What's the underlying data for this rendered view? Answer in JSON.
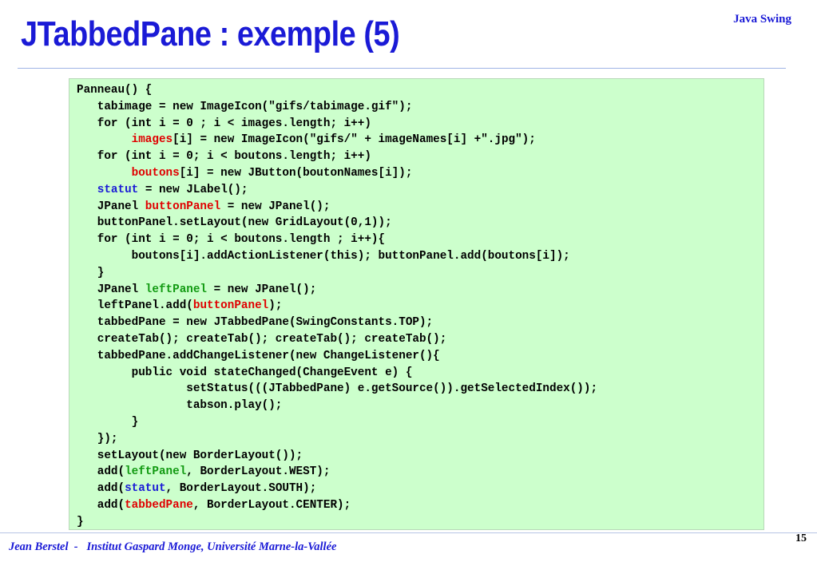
{
  "header": {
    "topic": "Java Swing",
    "title": "JTabbedPane : exemple (5)"
  },
  "code_lines": [
    [
      {
        "t": "Panneau() {"
      }
    ],
    [
      {
        "t": "   tabimage = new ImageIcon(\"gifs/tabimage.gif\");"
      }
    ],
    [
      {
        "t": "   for (int i = 0 ; i < images.length; i++)"
      }
    ],
    [
      {
        "t": "        "
      },
      {
        "t": "images",
        "c": "red"
      },
      {
        "t": "[i] = new ImageIcon(\"gifs/\" + imageNames[i] +\".jpg\");"
      }
    ],
    [
      {
        "t": "   for (int i = 0; i < boutons.length; i++)"
      }
    ],
    [
      {
        "t": "        "
      },
      {
        "t": "boutons",
        "c": "red"
      },
      {
        "t": "[i] = new JButton(boutonNames[i]);"
      }
    ],
    [
      {
        "t": "   "
      },
      {
        "t": "statut",
        "c": "blue"
      },
      {
        "t": " = new JLabel();"
      }
    ],
    [
      {
        "t": "   JPanel "
      },
      {
        "t": "buttonPanel",
        "c": "red"
      },
      {
        "t": " = new JPanel();"
      }
    ],
    [
      {
        "t": "   buttonPanel.setLayout(new GridLayout(0,1));"
      }
    ],
    [
      {
        "t": "   for (int i = 0; i < boutons.length ; i++){"
      }
    ],
    [
      {
        "t": "        boutons[i].addActionListener(this); buttonPanel.add(boutons[i]);"
      }
    ],
    [
      {
        "t": "   }"
      }
    ],
    [
      {
        "t": "   JPanel "
      },
      {
        "t": "leftPanel",
        "c": "green"
      },
      {
        "t": " = new JPanel();"
      }
    ],
    [
      {
        "t": "   leftPanel.add("
      },
      {
        "t": "buttonPanel",
        "c": "red"
      },
      {
        "t": ");"
      }
    ],
    [
      {
        "t": "   tabbedPane = new JTabbedPane(SwingConstants.TOP);"
      }
    ],
    [
      {
        "t": "   createTab(); createTab(); createTab(); createTab();"
      }
    ],
    [
      {
        "t": "   tabbedPane.addChangeListener(new ChangeListener(){"
      }
    ],
    [
      {
        "t": "        public void stateChanged(ChangeEvent e) {"
      }
    ],
    [
      {
        "t": "                setStatus(((JTabbedPane) e.getSource()).getSelectedIndex());"
      }
    ],
    [
      {
        "t": "                tabson.play();"
      }
    ],
    [
      {
        "t": "        }"
      }
    ],
    [
      {
        "t": "   });"
      }
    ],
    [
      {
        "t": "   setLayout(new BorderLayout());"
      }
    ],
    [
      {
        "t": "   add("
      },
      {
        "t": "leftPanel",
        "c": "green"
      },
      {
        "t": ", BorderLayout.WEST);"
      }
    ],
    [
      {
        "t": "   add("
      },
      {
        "t": "statut",
        "c": "blue"
      },
      {
        "t": ", BorderLayout.SOUTH);"
      }
    ],
    [
      {
        "t": "   add("
      },
      {
        "t": "tabbedPane",
        "c": "red"
      },
      {
        "t": ", BorderLayout.CENTER);"
      }
    ],
    [
      {
        "t": "}"
      }
    ]
  ],
  "footer": {
    "credit": "Jean Berstel  -   Institut Gaspard Monge, Université Marne-la-Vallée",
    "page": "15"
  }
}
